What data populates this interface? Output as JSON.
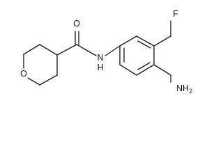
{
  "atoms": {
    "carbonyl_oxygen": "O",
    "amide_nh": "N",
    "amide_h": "H",
    "fluorine": "F",
    "amino": "NH",
    "amino_subscript": "2",
    "ring_oxygen": "O"
  }
}
